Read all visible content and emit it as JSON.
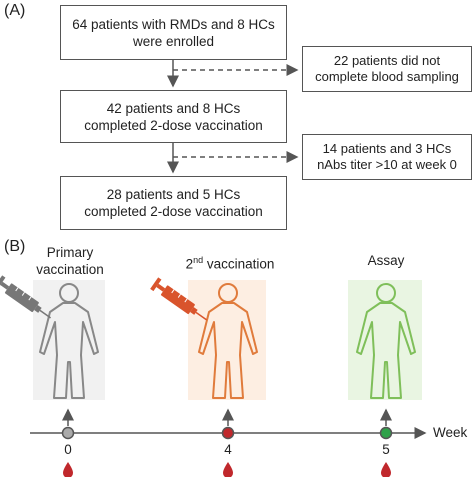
{
  "panel_a": {
    "label": "(A)",
    "box_enrolled": "64 patients with RMDs and 8 HCs\nwere enrolled",
    "box_excluded_sampling": "22 patients did not\ncomplete blood sampling",
    "box_completed_1": "42 patients and 8 HCs\ncompleted 2-dose vaccination",
    "box_excluded_nabs": "14 patients and 3 HCs\nnAbs titer >10 at week 0",
    "box_completed_2": "28 patients and 5 HCs\ncompleted 2-dose vaccination"
  },
  "panel_b": {
    "label": "(B)",
    "stages": [
      {
        "label": "Primary\nvaccination",
        "color": "#888888",
        "bg": "#f1f1f1",
        "icon": "syringe-icon"
      },
      {
        "label_main": "2",
        "label_sup": "nd",
        "label_rest": " vaccination",
        "color": "#e07b3c",
        "bg": "#fdeee2",
        "icon": "syringe-icon"
      },
      {
        "label": "Assay",
        "color": "#7fbf5a",
        "bg": "#e9f5e2",
        "icon": "none"
      }
    ],
    "timeline": {
      "axis_label": "Week",
      "ticks": [
        "0",
        "4",
        "5"
      ],
      "marker_colors": [
        "#aaaaaa",
        "#c0282c",
        "#2fa24a"
      ],
      "blood_drop_color": "#c0282c"
    }
  }
}
